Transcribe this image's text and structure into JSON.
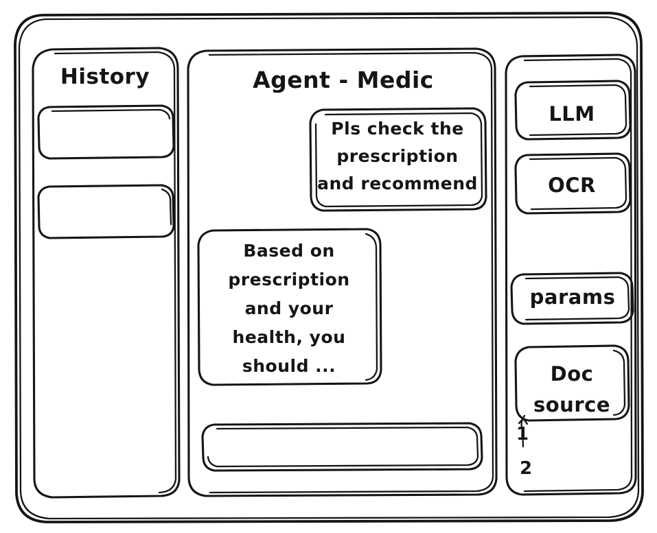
{
  "window": {
    "name": "agent-app-wireframe",
    "style": "hand-drawn-sketch",
    "stroke_color": "#151515",
    "background_color": "#ffffff"
  },
  "sidebar_left": {
    "title": "History",
    "items": [
      {
        "label": "",
        "name": "history-item-1"
      },
      {
        "label": "",
        "name": "history-item-2"
      }
    ]
  },
  "main": {
    "title": "Agent - Medic",
    "messages": [
      {
        "role": "user",
        "text": "Pls check the\nprescription\nand recommend"
      },
      {
        "role": "assistant",
        "text": "Based on\nprescription\nand your\nhealth, you\nshould ..."
      }
    ],
    "composer": {
      "value": "",
      "placeholder": ""
    }
  },
  "sidebar_right": {
    "tools": [
      {
        "label": "LLM",
        "name": "tool-llm"
      },
      {
        "label": "OCR",
        "name": "tool-ocr"
      },
      {
        "label": "params",
        "name": "tool-params"
      }
    ],
    "doc_source": {
      "label": "Doc\nsource",
      "items": [
        "1",
        "2"
      ]
    }
  }
}
